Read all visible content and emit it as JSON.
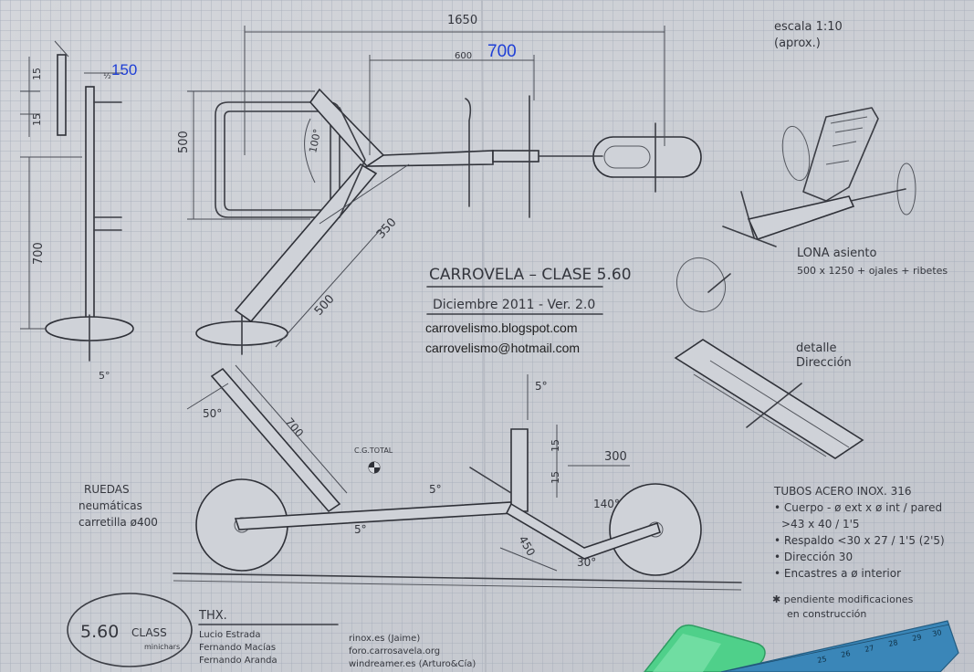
{
  "title": {
    "main": "CARROVELA – CLASE 5.60",
    "date": "Diciembre 2011 - Ver. 2.0",
    "blog": "carrovelismo.blogspot.com",
    "email": "carrovelismo@hotmail.com"
  },
  "scale": {
    "line1": "escala 1:10",
    "line2": "(aprox.)"
  },
  "dimensions": {
    "total_length": "1650",
    "front_width_old": "600",
    "front_width": "700",
    "side_150_old": "½",
    "side_150": "150",
    "side_15a": "15",
    "side_15b": "15",
    "side_700": "700",
    "seat_500": "500",
    "angle_100": "100°",
    "arm_350": "350",
    "arm_500": "500",
    "angle_5_top": "5°",
    "angle_50": "50°",
    "mast_700": "700",
    "angle_5_mid": "5°",
    "angle_5_side": "5°",
    "cg_label": "C.G.TOTAL",
    "height_15a": "15",
    "height_15b": "15",
    "len_300": "300",
    "len_450": "450",
    "angle_140": "140°",
    "angle_30": "30°",
    "angle_5_low": "5°"
  },
  "notes": {
    "lona_title": "LONA asiento",
    "lona_detail": "500 x 1250 + ojales + ribetes",
    "detail_title": "detalle",
    "detail_sub": "Dirección",
    "wheels_1": "RUEDAS",
    "wheels_2": "neumáticas",
    "wheels_3": "carretilla ø400",
    "tubes_title": "TUBOS ACERO INOX. 316",
    "tubes_1": "• Cuerpo - ø ext x ø int / pared",
    "tubes_2": ">43 x 40 / 1'5",
    "tubes_3": "• Respaldo <30 x 27 / 1'5 (2'5)",
    "tubes_4": "• Dirección 30",
    "tubes_5": "• Encastres a ø interior",
    "pending_1": "✱ pendiente modificaciones",
    "pending_2": "en construcción"
  },
  "logo": {
    "big": "5.60",
    "class": "CLASS",
    "sub": "minichars"
  },
  "thanks": {
    "title": "THX.",
    "names": [
      "Lucio Estrada",
      "Fernando Macías",
      "Fernando Aranda"
    ],
    "sites": [
      "rinox.es (Jaime)",
      "foro.carrosavela.org",
      "windreamer.es (Arturo&Cía)"
    ]
  },
  "ruler": {
    "ticks": [
      "25",
      "26",
      "27",
      "28",
      "29",
      "30"
    ]
  },
  "colors": {
    "paper": "#cdd0d6",
    "grid": "#9fa7b6",
    "pencil": "#34363d",
    "ink_blue": "#1f3fd6",
    "ruler": "#3a86b8",
    "eraser": "#4fd08a"
  }
}
